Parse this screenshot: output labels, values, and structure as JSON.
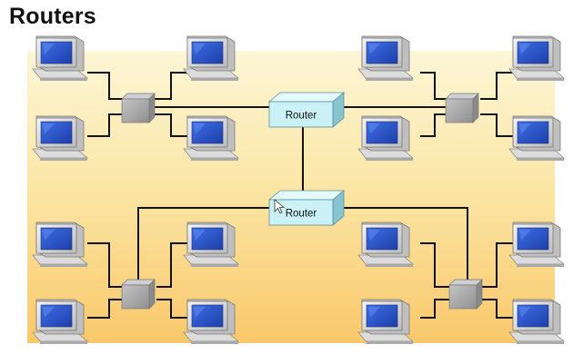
{
  "title": "Routers",
  "routers": [
    {
      "id": "router-top",
      "label": "Router"
    },
    {
      "id": "router-bottom",
      "label": "Router"
    }
  ],
  "hubs": [
    {
      "id": "hub-top-left",
      "computers": 4
    },
    {
      "id": "hub-top-right",
      "computers": 4
    },
    {
      "id": "hub-bottom-left",
      "computers": 4
    },
    {
      "id": "hub-bottom-right",
      "computers": 4
    }
  ],
  "colors": {
    "background_top": "#fbf3c8",
    "background_bottom": "#f9c86a",
    "router_face": "#c9f1f6",
    "router_top": "#e3fbfd",
    "router_side": "#86c5cf",
    "hub_face": "#a6a6a6",
    "monitor_screen": "#2a55c9",
    "monitor_body": "#e6e6e6",
    "cable": "#111111"
  },
  "icons": {
    "router": "router-box-icon",
    "hub": "hub-box-icon",
    "computer": "desktop-computer-icon"
  }
}
